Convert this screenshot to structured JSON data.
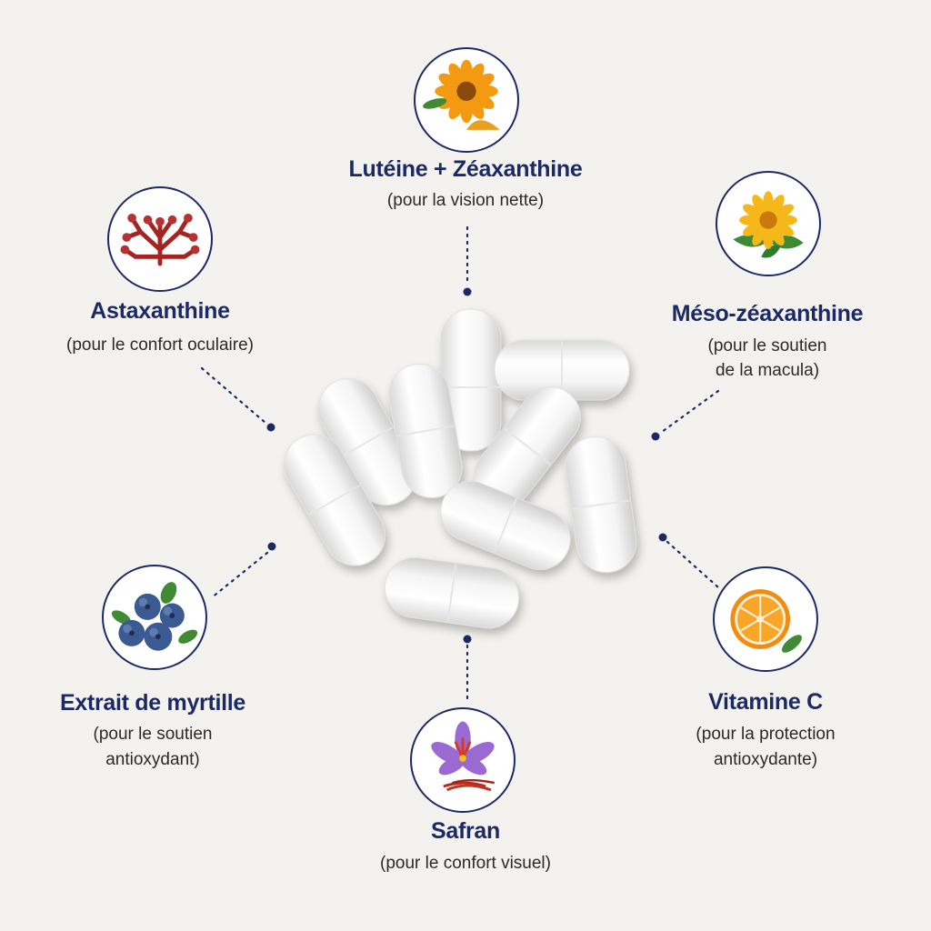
{
  "ingredients": {
    "lutein": {
      "name": "Lutéine + Zéaxanthine",
      "desc_line1": "(pour la vision nette)",
      "icon": "marigold-icon"
    },
    "astaxanthin": {
      "name": "Astaxanthine",
      "desc_line1": "(pour le confort oculaire)",
      "icon": "red-algae-icon"
    },
    "meso": {
      "name": "Méso-zéaxanthine",
      "desc_line1": "(pour le soutien",
      "desc_line2": "de la macula)",
      "icon": "yellow-flower-icon"
    },
    "bilberry": {
      "name": "Extrait de myrtille",
      "desc_line1": "(pour le soutien",
      "desc_line2": "antioxydant)",
      "icon": "blueberry-icon"
    },
    "vitaminc": {
      "name": "Vitamine C",
      "desc_line1": "(pour la protection",
      "desc_line2": "antioxydante)",
      "icon": "orange-slice-icon"
    },
    "saffron": {
      "name": "Safran",
      "desc_line1": "(pour le confort visuel)",
      "icon": "saffron-flower-icon"
    }
  },
  "colors": {
    "accent": "#1b2a66",
    "background": "#f4f2ee",
    "capsule": "#ffffff"
  }
}
